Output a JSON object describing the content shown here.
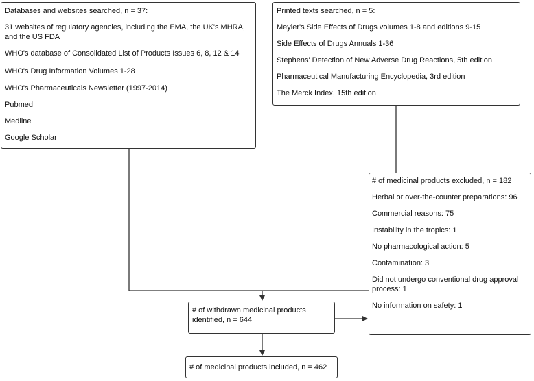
{
  "databases": {
    "title": "Databases and websites searched, n = 37:",
    "items": [
      "31 websites of regulatory agencies, including the EMA, the UK's MHRA, and the US FDA",
      "WHO's database of Consolidated List of Products Issues 6, 8, 12 & 14",
      "WHO's Drug Information Volumes 1-28",
      "WHO's Pharmaceuticals Newsletter (1997-2014)",
      "Pubmed",
      "Medline",
      "Google Scholar"
    ]
  },
  "printed": {
    "title": "Printed texts searched, n = 5:",
    "items": [
      "Meyler's Side Effects of Drugs volumes 1-8 and editions 9-15",
      "Side Effects of Drugs Annuals 1-36",
      "Stephens' Detection of New Adverse Drug Reactions, 5th edition",
      "Pharmaceutical Manufacturing Encyclopedia, 3rd edition",
      "The Merck Index, 15th edition"
    ]
  },
  "excluded": {
    "title": "# of medicinal products excluded, n = 182",
    "items": [
      "Herbal or over-the-counter preparations: 96",
      "Commercial reasons: 75",
      "Instability in the tropics: 1",
      "No pharmacological action: 5",
      "Contamination: 3",
      "Did not undergo conventional drug approval process: 1",
      "No information on safety: 1"
    ]
  },
  "withdrawn": {
    "text": "# of withdrawn medicinal products identified, n = 644"
  },
  "included": {
    "text": "# of medicinal products included, n = 462"
  }
}
